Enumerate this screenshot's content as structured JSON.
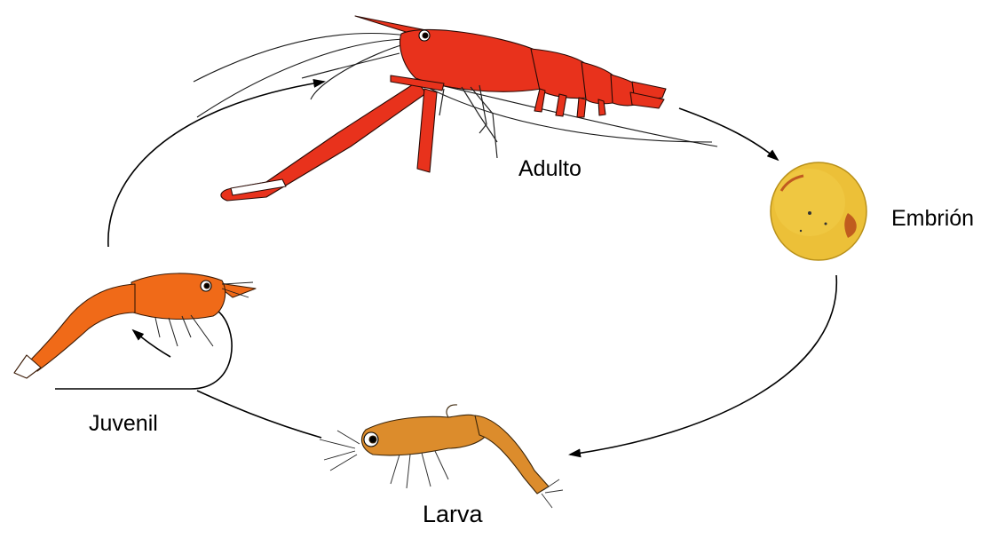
{
  "stages": {
    "adult": {
      "label": "Adulto",
      "icon": "adult-prawn-icon",
      "color": "#e8321c"
    },
    "embryo": {
      "label": "Embrión",
      "icon": "embryo-egg-icon",
      "color": "#e8b530"
    },
    "larva": {
      "label": "Larva",
      "icon": "larva-prawn-icon",
      "color": "#d98a2a"
    },
    "juvenile": {
      "label": "Juvenil",
      "icon": "juvenile-prawn-icon",
      "color": "#f06a18"
    }
  },
  "cycle_order": [
    "Adulto",
    "Embrión",
    "Larva",
    "Juvenil"
  ],
  "colors": {
    "arrow": "#000000",
    "outline": "#1a1a1a"
  }
}
